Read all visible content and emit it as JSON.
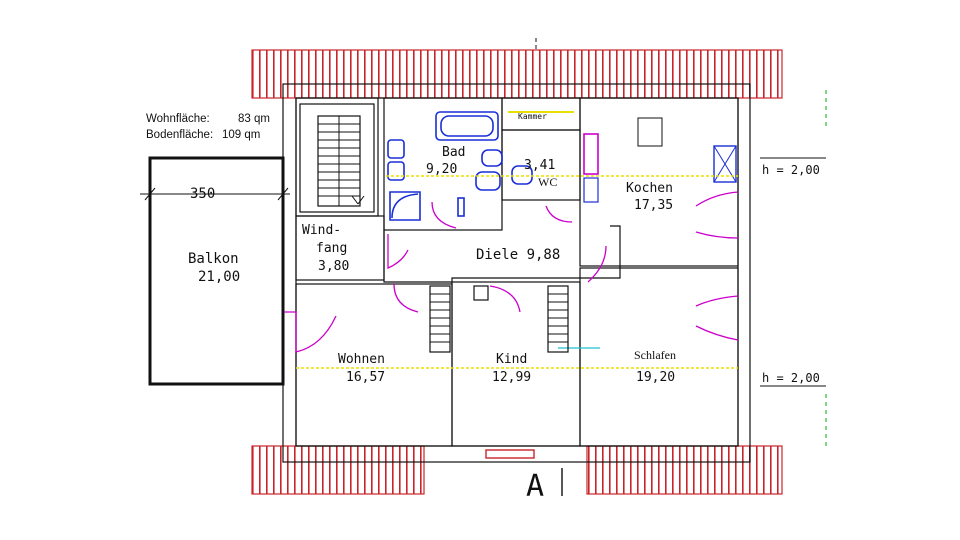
{
  "stats": {
    "wohnflaeche_label": "Wohnfläche:",
    "wohnflaeche_value": "83 qm",
    "bodenflaeche_label": "Bodenfläche:",
    "bodenflaeche_value": "109 qm"
  },
  "dimension": "350",
  "rooms": {
    "balkon": {
      "name": "Balkon",
      "area": "21,00"
    },
    "windfang": {
      "name1": "Wind-",
      "name2": "fang",
      "area": "3,80"
    },
    "bad": {
      "name": "Bad",
      "area": "9,20"
    },
    "kammer": {
      "name": "Kammer"
    },
    "wc": {
      "area": "3,41",
      "name": "WC"
    },
    "kochen": {
      "name": "Kochen",
      "area": "17,35"
    },
    "diele": {
      "name": "Diele 9,88"
    },
    "wohnen": {
      "name": "Wohnen",
      "area": "16,57"
    },
    "kind": {
      "name": "Kind",
      "area": "12,99"
    },
    "schlafen": {
      "name": "Schlafen",
      "area": "19,20"
    }
  },
  "heights": {
    "top": "h = 2,00",
    "bottom": "h = 2,00"
  },
  "bottom_mark": "A",
  "colors": {
    "roof": "#c8242b",
    "doors": "#cc00cc",
    "fixtures": "#1a2fd6",
    "height_line": "#e8e000",
    "guide_green": "#22c02a"
  }
}
